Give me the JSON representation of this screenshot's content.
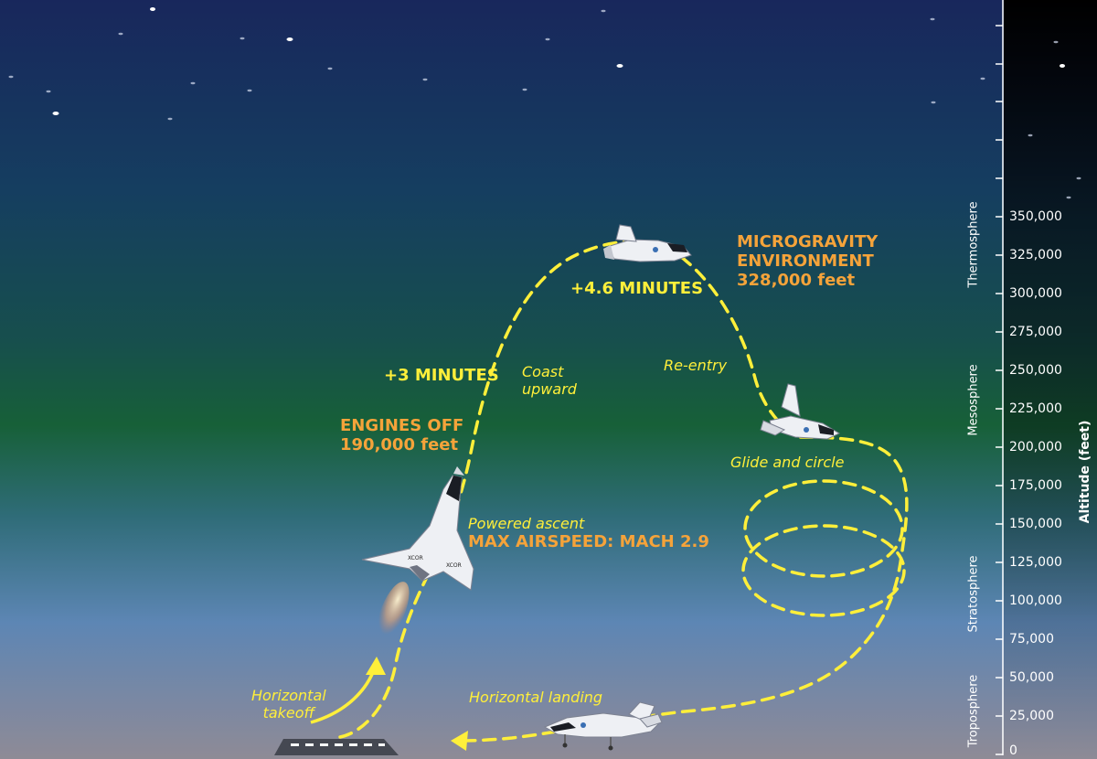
{
  "labels": {
    "microgravity_1": "MICROGRAVITY",
    "microgravity_2": "ENVIRONMENT",
    "microgravity_3": "328,000 feet",
    "minutes_46": "+4.6 MINUTES",
    "minutes_3": "+3 MINUTES",
    "coast_1": "Coast",
    "coast_2": "upward",
    "reentry": "Re-entry",
    "engines_1": "ENGINES OFF",
    "engines_2": "190,000 feet",
    "glide": "Glide and circle",
    "powered": "Powered ascent",
    "max_airspeed": "MAX AIRSPEED: MACH 2.9",
    "takeoff_1": "Horizontal",
    "takeoff_2": "takeoff",
    "landing": "Horizontal landing"
  },
  "vehicle_marking": "XCOR",
  "altitude_axis": {
    "title": "Altitude (feet)",
    "ticks": [
      "350,000",
      "325,000",
      "300,000",
      "275,000",
      "250,000",
      "225,000",
      "200,000",
      "175,000",
      "150,000",
      "125,000",
      "100,000",
      "75,000",
      "50,000",
      "25,000",
      "0"
    ]
  },
  "layers": [
    "Thermosphere",
    "Mesosphere",
    "Stratosphere",
    "Troposphere"
  ],
  "colors": {
    "sky_top": "#17285e",
    "sky_mid": "#14603a",
    "sky_bottom": "#7d8aa6",
    "path": "#ffef3a",
    "orange_label": "#f5a33a"
  }
}
